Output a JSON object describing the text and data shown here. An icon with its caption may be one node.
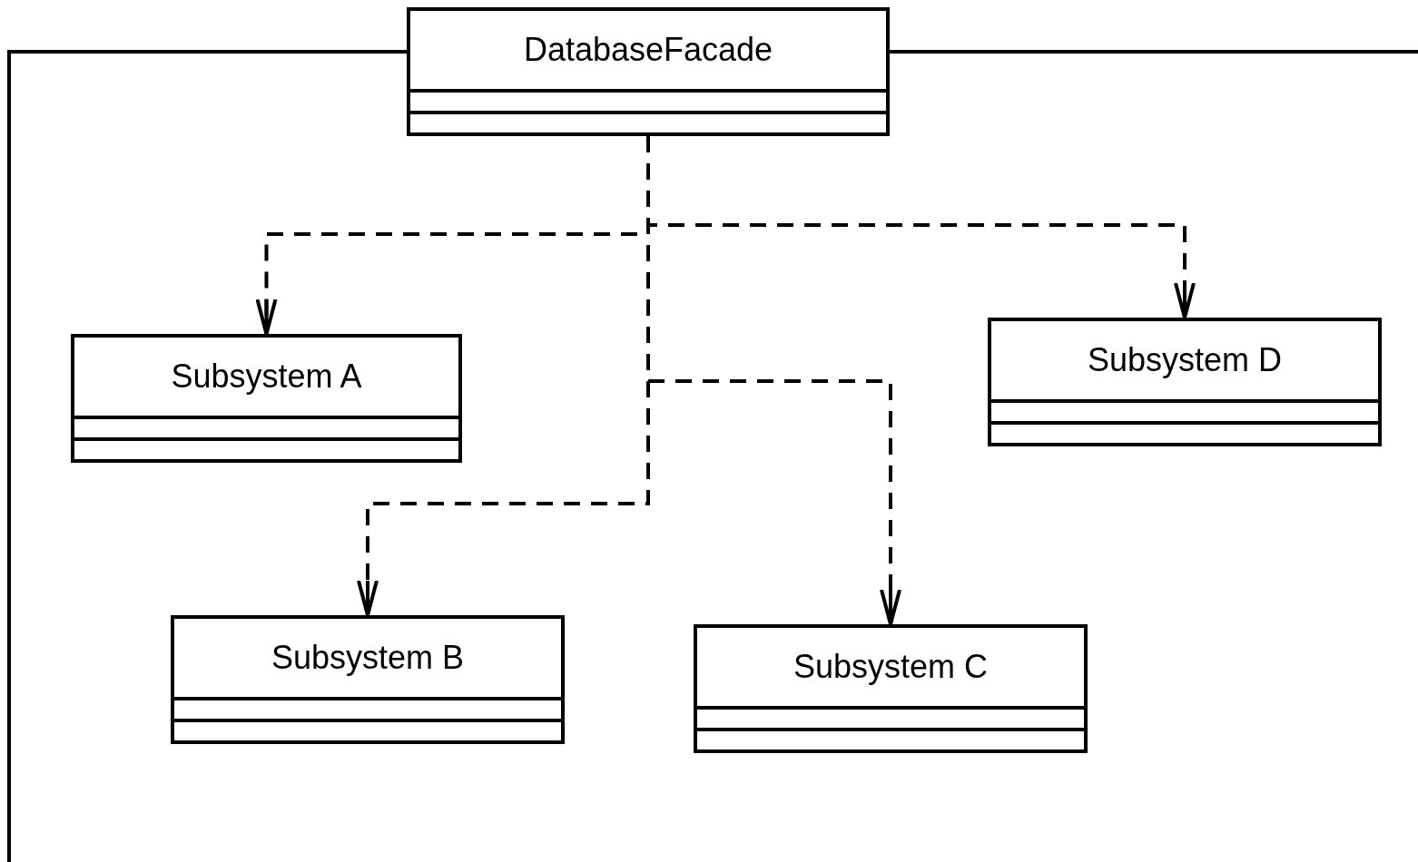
{
  "diagram": {
    "nodes": [
      {
        "text": [
          "DatabaseFacade"
        ]
      },
      {
        "text": [
          "Subsystem A"
        ]
      },
      {
        "text": [
          "Subsystem D"
        ]
      },
      {
        "text": [
          "Subsystem B"
        ]
      },
      {
        "text": [
          "Subsystem C"
        ]
      }
    ],
    "edges": [
      {
        "from": 0,
        "to": 1,
        "arrow": "to",
        "style": "dashed"
      },
      {
        "from": 0,
        "to": 2,
        "arrow": "to",
        "style": "dashed"
      },
      {
        "from": 0,
        "to": 4,
        "arrow": "to",
        "style": "dashed"
      },
      {
        "from": 0,
        "to": 3,
        "arrow": "to",
        "style": "dashed"
      }
    ]
  }
}
